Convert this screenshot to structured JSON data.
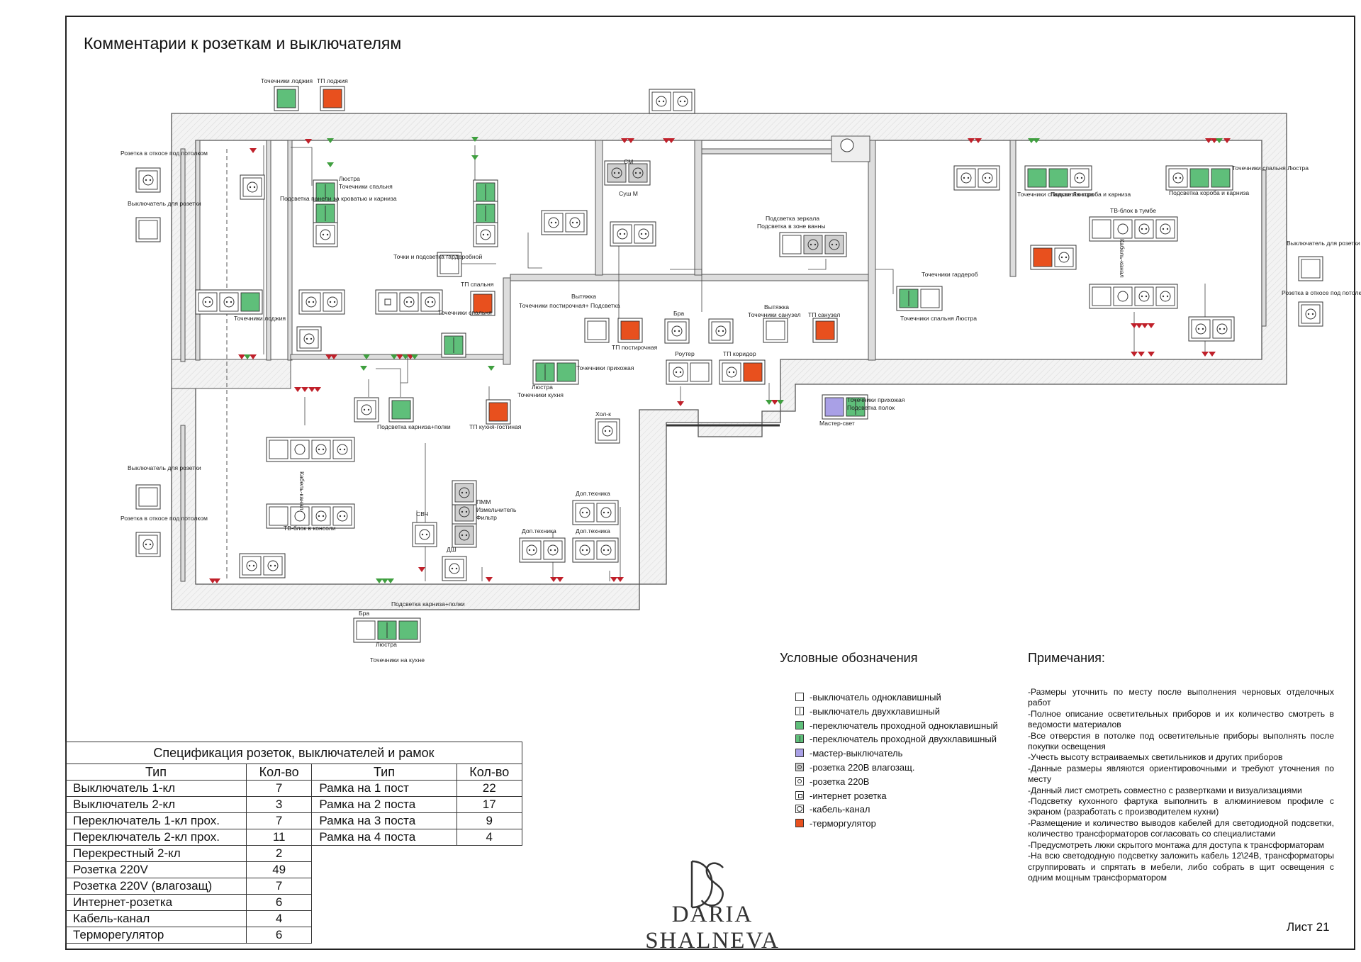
{
  "title": "Комментарии к розеткам и выключателям",
  "colors": {
    "wall": "#f1f1f1",
    "line": "#333333",
    "green": "#5fbf7a",
    "red": "#e8501e",
    "violet": "#a9a0e6",
    "gray": "#cfcfcf",
    "wire_red": "#c0202a",
    "wire_green": "#3f9f3f"
  },
  "plan_labels": [
    "Точечники лоджия",
    "ТП лоджия",
    "Розетка в откосе под потолком",
    "Выключатель для розетки",
    "Люстра",
    "Точечники спальня",
    "Подсветка панели за кроватью и карниза",
    "Точки и подсветка гардеробной",
    "ТП спальня",
    "Точечники спальня",
    "Точечники лоджия",
    "Вытяжка",
    "Точечники постирочная+ Подсветка",
    "ТП постирочная",
    "СМ",
    "Суш М",
    "Бра",
    "Подсветка зеркала",
    "Подсветка в зоне ванны",
    "Вытяжка",
    "Точечники санузел",
    "ТП санузел",
    "Точечники гардероб",
    "Точечники спальня Люстра",
    "Точечники спальня Люстра",
    "Подсветка короба и карниза",
    "ТВ-блок в тумбе",
    "Кабель-канал",
    "Выключатель для розетки",
    "Розетка в откосе под потолком",
    "Точечники прихожая",
    "Люстра",
    "Точечники кухня",
    "ТП кухня-гостиная",
    "Подсветка карниза+полки",
    "Роутер",
    "ТП коридор",
    "Хол-к",
    "Точечники прихожая",
    "Подсветка полок",
    "Мастер-свет",
    "ТВ-блок в консоли",
    "Кабель-канал",
    "СВЧ",
    "ДШ",
    "ПММ",
    "Измельчитель",
    "Фильтр",
    "Доп.техника",
    "Доп.техника",
    "Доп.техника",
    "Бра",
    "Подсветка карниза+полки",
    "Люстра",
    "Точечники на кухне",
    "Выключатель для розетки",
    "Розетка в откосе под потолком",
    "Подсветка короба и карниза",
    "Точечники спальня Люстра"
  ],
  "spec": {
    "caption": "Спецификация розеток, выключателей и рамок",
    "col_type": "Тип",
    "col_qty": "Кол-во",
    "left_rows": [
      [
        "Выключатель 1-кл",
        "7"
      ],
      [
        "Выключатель 2-кл",
        "3"
      ],
      [
        "Переключатель 1-кл прох.",
        "7"
      ],
      [
        "Переключатель 2-кл прох.",
        "11"
      ],
      [
        "Перекрестный 2-кл",
        "2"
      ],
      [
        "Розетка 220V",
        "49"
      ],
      [
        "Розетка 220V (влагозащ)",
        "7"
      ],
      [
        "Интернет-розетка",
        "6"
      ],
      [
        "Кабель-канал",
        "4"
      ],
      [
        "Терморегулятор",
        "6"
      ]
    ],
    "right_rows": [
      [
        "Рамка на 1 пост",
        "22"
      ],
      [
        "Рамка на 2 поста",
        "17"
      ],
      [
        "Рамка на 3 поста",
        "9"
      ],
      [
        "Рамка на 4 поста",
        "4"
      ]
    ]
  },
  "legend": {
    "title": "Условные обозначения",
    "items": [
      {
        "label": "-выключатель одноклавишный",
        "fill": "#ffffff",
        "mark": "none"
      },
      {
        "label": "-выключатель двухклавишный",
        "fill": "#ffffff",
        "mark": "split"
      },
      {
        "label": "-переключатель проходной одноклавишный",
        "fill": "#5fbf7a",
        "mark": "none"
      },
      {
        "label": "-переключатель проходной двухклавишный",
        "fill": "#5fbf7a",
        "mark": "split"
      },
      {
        "label": "-мастер-выключатель",
        "fill": "#a9a0e6",
        "mark": "none"
      },
      {
        "label": " -розетка 220В влагозащ.",
        "fill": "#cfcfcf",
        "mark": "dot"
      },
      {
        "label": " -розетка 220В",
        "fill": "#ffffff",
        "mark": "dot"
      },
      {
        "label": "  -интернет розетка",
        "fill": "#ffffff",
        "mark": "sq"
      },
      {
        "label": " -кабель-канал",
        "fill": "#ffffff",
        "mark": "ring"
      },
      {
        "label": " -терморгулятор",
        "fill": "#e8501e",
        "mark": "none"
      }
    ]
  },
  "notes": {
    "title": "Примечания:",
    "items": [
      "-Размеры уточнить по месту после выполнения черновых отделочных работ",
      "-Полное описание осветительных приборов и их количество смотреть в ведомости материалов",
      "-Все отверстия в потолке под осветительные приборы выполнять после покупки освещения",
      "-Учесть высоту встраиваемых светильников и других приборов",
      "-Данные размеры являются ориентировочными и требуют уточнения по месту",
      "-Данный лист смотреть совместно с развертками и визуализациями",
      "-Подсветку кухонного фартука выполнить в алюминиевом профиле с экраном (разработать с производителем кухни)",
      "-Размещение и количество выводов кабелей для светодиодной подсветки, количество трансформаторов согласовать со специалистами",
      "-Предусмотреть люки скрытого монтажа для доступа к трансформаторам",
      "-На всю светододную подсветку заложить кабель 12\\24В, трансформаторы сгруппировать и спрятать в мебели, либо собрать в щит освещения с одним мощным трансформатором"
    ]
  },
  "brand": {
    "monogram": "DS",
    "name": "DARIA SHALNEVA"
  },
  "sheet_number": "Лист 21"
}
